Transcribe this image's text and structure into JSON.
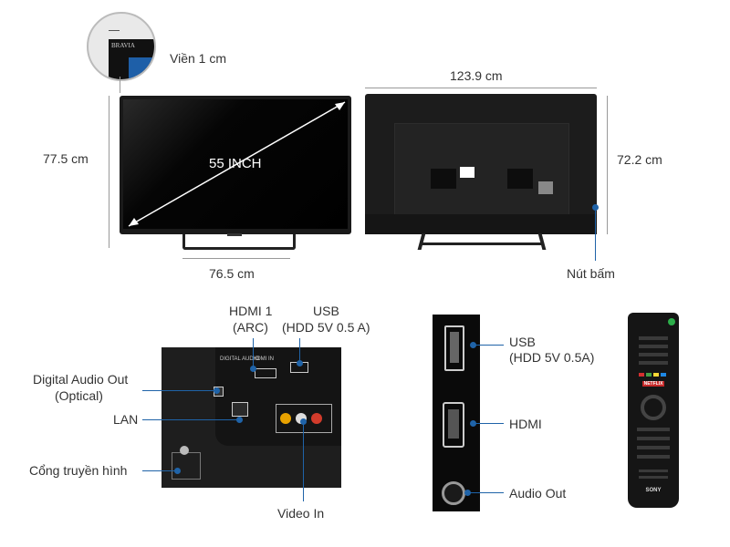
{
  "bezel": {
    "logo_text": "BRAVIA",
    "label": "Viền 1 cm"
  },
  "front": {
    "size_label": "55 INCH",
    "height_label": "77.5 cm",
    "stand_width_label": "76.5 cm"
  },
  "back": {
    "width_label": "123.9 cm",
    "height_label": "72.2 cm",
    "button_label": "Nút bấm"
  },
  "ports_panel": {
    "hdmi_label_1": "HDMI 1",
    "hdmi_label_2": "(ARC)",
    "usb_label_1": "USB",
    "usb_label_2": "(HDD 5V 0.5 A)",
    "digital_audio_1": "Digital Audio Out",
    "digital_audio_2": "(Optical)",
    "lan_label": "LAN",
    "antenna_label": "Cổng truyền hình",
    "video_in_label": "Video In"
  },
  "side_panel": {
    "usb_label_1": "USB",
    "usb_label_2": "(HDD 5V 0.5A)",
    "hdmi_label": "HDMI",
    "audio_out_label": "Audio Out"
  },
  "remote": {
    "brand": "SONY",
    "netflix": "NETFLIX"
  },
  "colors": {
    "accent": "#1f63a8",
    "bezel_corner": "#1e5fa8"
  }
}
